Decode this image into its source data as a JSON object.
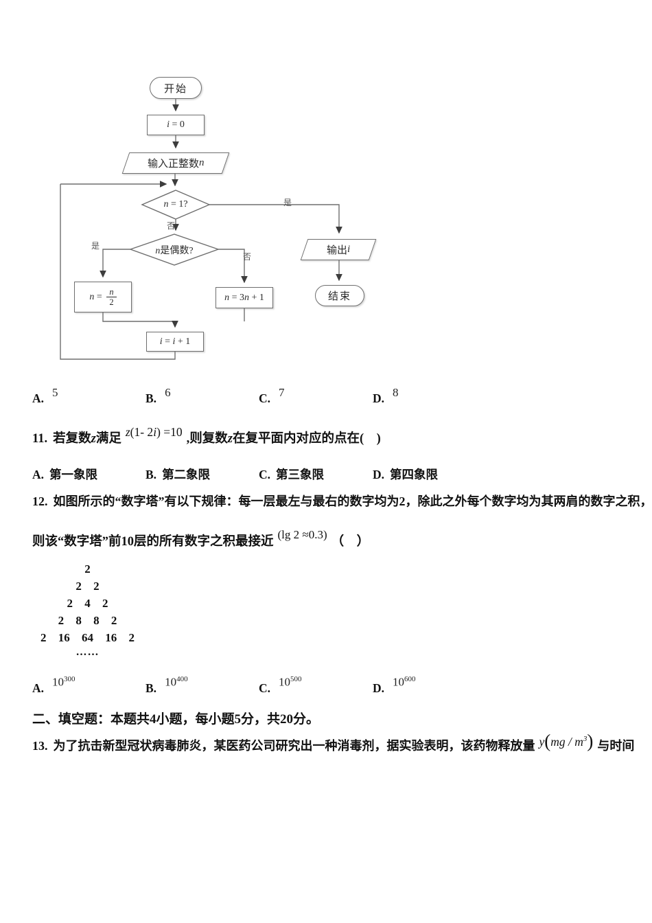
{
  "flowchart": {
    "start_label": "开始",
    "init_var": "i",
    "init_rest": " = 0",
    "input_prefix": "输入正整数",
    "input_var": "n",
    "cond1_var": "n",
    "cond1_rest": " = 1?",
    "yes_label": "是",
    "no_label": "否",
    "cond2_var": "n",
    "cond2_rest": "是偶数?",
    "half_var": "n",
    "half_eq": " = ",
    "half_num": "n",
    "half_den": "2",
    "triple_var1": "n",
    "triple_mid": " = 3",
    "triple_var2": "n",
    "triple_end": " + 1",
    "inc_var1": "i",
    "inc_mid": " = ",
    "inc_var2": "i",
    "inc_end": " + 1",
    "output_prefix": "输出",
    "output_var": "i",
    "end_label": "结束"
  },
  "options_flow": {
    "items": [
      {
        "letter": "A.",
        "value": "5"
      },
      {
        "letter": "B.",
        "value": "6"
      },
      {
        "letter": "C.",
        "value": "7"
      },
      {
        "letter": "D.",
        "value": "8"
      }
    ]
  },
  "q11": {
    "number": "11.",
    "pre": "若复数",
    "z1": "z",
    "mid": "满足",
    "f_z": "z",
    "f_a": "(1- 2",
    "f_i": "i",
    "f_b": ") =10",
    "post1": ",则复数",
    "z2": "z",
    "post2": "在复平面内对应的点在(　)"
  },
  "options_q11": {
    "items": [
      {
        "letter": "A.",
        "value": "第一象限"
      },
      {
        "letter": "B.",
        "value": "第二象限"
      },
      {
        "letter": "C.",
        "value": "第三象限"
      },
      {
        "letter": "D.",
        "value": "第四象限"
      }
    ]
  },
  "q12": {
    "number": "12.",
    "line1": "如图所示的“数字塔”有以下规律：每一层最左与最右的数字均为2，除此之外每个数字均为其两肩的数字之积，",
    "line2_pre": "则该“数字塔”前10层的所有数字之积最接近",
    "formula": "(lg 2 ≈0.3)",
    "line2_post": "（　）"
  },
  "tower": {
    "rows": [
      "2",
      "2 2",
      "2 4 2",
      "2 8 8 2",
      "2 16 64 16 2"
    ],
    "ellipsis": "……"
  },
  "options_q12": {
    "items": [
      {
        "letter": "A.",
        "base": "10",
        "exp": "300"
      },
      {
        "letter": "B.",
        "base": "10",
        "exp": "400"
      },
      {
        "letter": "C.",
        "base": "10",
        "exp": "500"
      },
      {
        "letter": "D.",
        "base": "10",
        "exp": "600"
      }
    ]
  },
  "section2": {
    "title": "二、填空题：本题共4小题，每小题5分，共20分。"
  },
  "q13": {
    "number": "13.",
    "pre": "为了抗击新型冠状病毒肺炎，某医药公司研究出一种消毒剂，据实验表明，该药物释放量",
    "f_y": "y",
    "f_open": "(",
    "f_unit": "mg / m",
    "f_exp": "3",
    "f_close": ")",
    "post": "与时间"
  }
}
